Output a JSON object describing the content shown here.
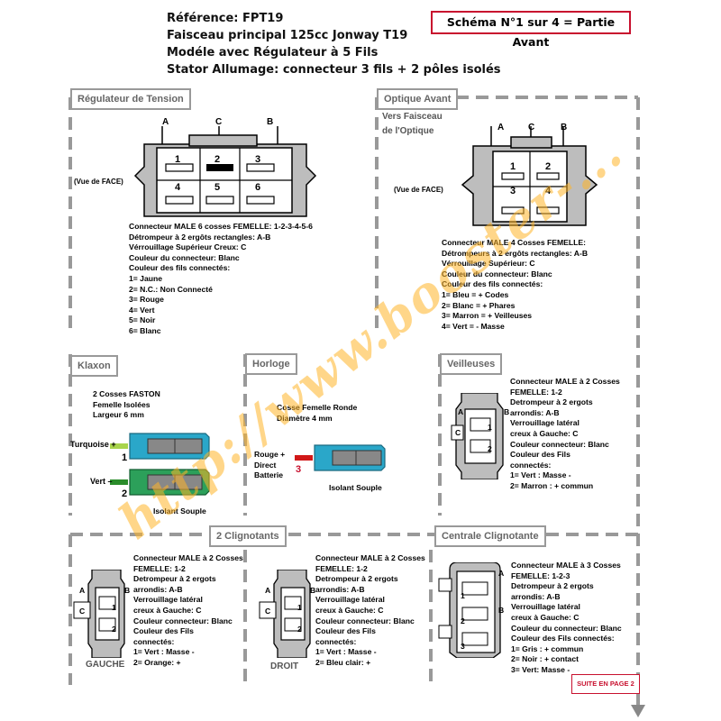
{
  "header": {
    "line1": "Référence: FPT19",
    "line2": "Faisceau principal 125cc Jonway T19",
    "line3": "Modéle avec Régulateur à 5 Fils",
    "line4": "Stator Allumage: connecteur 3 fils + 2 pôles isolés",
    "schema": "Schéma N°1 sur 4 = Partie Avant"
  },
  "regulateur": {
    "title": "Régulateur de Tension",
    "a": "A",
    "b": "B",
    "c": "C",
    "pins": [
      "1",
      "2",
      "3",
      "4",
      "5",
      "6"
    ],
    "vue": "(Vue de FACE)",
    "lines": [
      "Connecteur MALE 6 cosses FEMELLE: 1-2-3-4-5-6",
      "Détrompeur à 2 ergôts rectangles: A-B",
      "Vérrouillage Supérieur Creux: C",
      "Couleur du connecteur: Blanc",
      "Couleur des fils connectés:",
      "1= Jaune",
      "2= N.C.: Non Connecté",
      "3= Rouge",
      "4= Vert",
      "5= Noir",
      "6= Blanc"
    ]
  },
  "optique": {
    "title": "Optique Avant",
    "vers1": "Vers Faisceau",
    "vers2": "de l'Optique",
    "a": "A",
    "b": "B",
    "c": "C",
    "pins": [
      "1",
      "2",
      "3",
      "4"
    ],
    "vue": "(Vue de FACE)",
    "lines": [
      "Connecteur MALE 4 Cosses FEMELLE:",
      "Détrompeurs à 2 ergôts rectangles: A-B",
      "Vérrouillage Supérieur: C",
      "Couleur du connecteur: Blanc",
      "Couleur des fils connectés:",
      "1= Bleu = + Codes",
      "2= Blanc = + Phares",
      "3= Marron = + Veilleuses",
      "4= Vert = - Masse"
    ]
  },
  "klaxon": {
    "title": "Klaxon",
    "desc": [
      "2 Cosses FASTON",
      "Femelle Isolées",
      "Largeur 6 mm"
    ],
    "wire1": "Turquoise",
    "wire1_sign": "+",
    "num1": "1",
    "wire2": "Vert",
    "wire2_sign": "–",
    "num2": "2",
    "isolant": "Isolant Souple"
  },
  "horloge": {
    "title": "Horloge",
    "desc": [
      "Cosse Femelle Ronde",
      "Diamètre 4 mm"
    ],
    "wire": [
      "Rouge +",
      "Direct",
      "Batterie"
    ],
    "num": "3",
    "isolant": "Isolant Souple"
  },
  "veilleuses": {
    "title": "Veilleuses",
    "a": "A",
    "b": "B",
    "c": "C",
    "pins": [
      "1",
      "2"
    ],
    "lines": [
      "Connecteur MALE à 2 Cosses",
      "FEMELLE: 1-2",
      "Detrompeur à 2 ergots",
      "arrondis:  A-B",
      "Verrouillage latéral",
      "creux à Gauche: C",
      "Couleur connecteur: Blanc",
      "Couleur des Fils",
      "connectés:",
      "1= Vert  : Masse -",
      "2= Marron : + commun"
    ]
  },
  "clignotants": {
    "title": "2 Clignotants",
    "gauche": {
      "label": "GAUCHE",
      "a": "A",
      "b": "B",
      "c": "C",
      "pins": [
        "1",
        "2"
      ],
      "lines": [
        "Connecteur MALE à 2 Cosses",
        "FEMELLE: 1-2",
        "Detrompeur à 2 ergots",
        "arrondis:  A-B",
        "Verrouillage latéral",
        "creux à Gauche: C",
        "Couleur connecteur: Blanc",
        "Couleur des Fils",
        "connectés:",
        "1= Vert  : Masse -",
        "2= Orange: +"
      ]
    },
    "droit": {
      "label": "DROIT",
      "a": "A",
      "b": "B",
      "c": "C",
      "pins": [
        "1",
        "2"
      ],
      "lines": [
        "Connecteur MALE à 2 Cosses",
        "FEMELLE: 1-2",
        "Detrompeur à 2 ergots",
        "arrondis:  A-B",
        "Verrouillage latéral",
        "creux à Gauche: C",
        "Couleur connecteur: Blanc",
        "Couleur des Fils",
        "connectés:",
        "1= Vert  : Masse -",
        "2= Bleu clair: +"
      ]
    }
  },
  "centrale": {
    "title": "Centrale Clignotante",
    "a": "A",
    "b": "B",
    "pins": [
      "1",
      "2",
      "3"
    ],
    "lines": [
      "Connecteur MALE à 3 Cosses",
      "FEMELLE: 1-2-3",
      "Detrompeur à 2 ergots",
      "arrondis:  A-B",
      "Verrouillage latéral",
      "creux à Gauche: C",
      "Couleur du connecteur: Blanc",
      "Couleur des Fils connectés:",
      "1= Gris  : + commun",
      "2= Noir : + contact",
      "3= Vert: Masse -"
    ]
  },
  "footer": {
    "suite": "SUITE EN PAGE 2",
    "watermark": "http://www.booster-..."
  },
  "colors": {
    "frame": "#999999",
    "connector_gray": "#bdbdbd",
    "schema_border": "#c8102e",
    "turquoise_insulator": "#2aa7c9",
    "green_insulator": "#2ca05a",
    "wire_green": "#2a8c2a",
    "wire_yellowgreen": "#a8d44c",
    "wire_red": "#d11818",
    "watermark": "#ffb428"
  }
}
